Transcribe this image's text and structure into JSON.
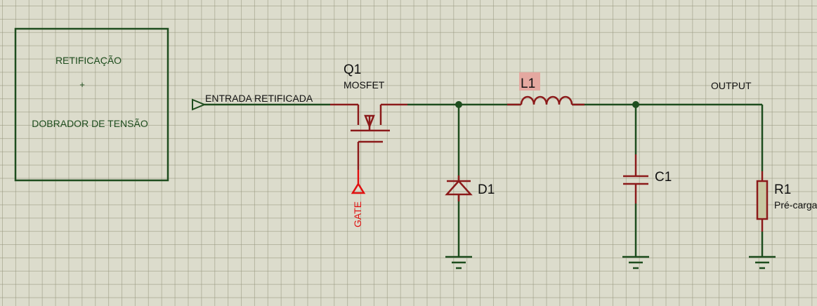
{
  "block": {
    "line1": "RETIFICAÇÃO",
    "line2": "+",
    "line3": "DOBRADOR DE TENSÃO"
  },
  "input_terminal": {
    "label": "ENTRADA RETIFICADA"
  },
  "q1": {
    "ref": "Q1",
    "value": "MOSFET"
  },
  "gate_terminal": {
    "label": "GATE"
  },
  "d1": {
    "ref": "D1"
  },
  "l1": {
    "ref": "L1"
  },
  "c1": {
    "ref": "C1"
  },
  "r1": {
    "ref": "R1",
    "value": "Pré-carga"
  },
  "output": {
    "label": "OUTPUT"
  },
  "colors": {
    "wire": "#1e4d1e",
    "component": "#8b1a1a",
    "gate": "#e01010",
    "text": "#111111",
    "highlight": "#e4a8a0"
  }
}
